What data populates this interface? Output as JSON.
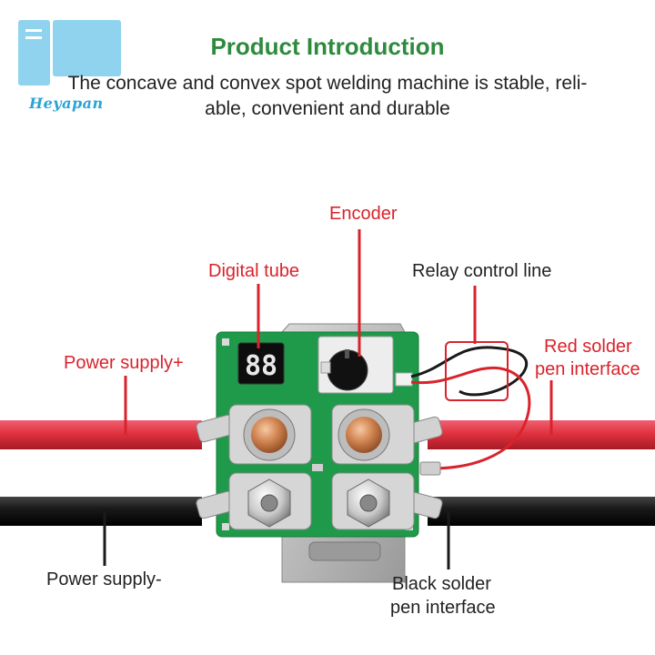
{
  "brand": {
    "name": "Heyapan"
  },
  "header": {
    "title": "Product Introduction",
    "subtitle_line1": "The concave and convex spot welding machine is stable, reli-",
    "subtitle_line2": "able, convenient and durable"
  },
  "labels": {
    "encoder": "Encoder",
    "digital_tube": "Digital tube",
    "relay_control_line": "Relay control line",
    "power_supply_plus": "Power supply+",
    "red_solder_line1": "Red solder",
    "red_solder_line2": "pen interface",
    "power_supply_minus": "Power supply-",
    "black_solder_line1": "Black solder",
    "black_solder_line2": "pen interface"
  },
  "display": {
    "digits": "88"
  },
  "colors": {
    "title_green": "#2e8b3e",
    "label_red": "#d9232c",
    "pcb_green": "#1f9a4a",
    "cable_red": "#e0323f",
    "cable_black": "#1a1a1a",
    "logo_blue": "#8fd3ef"
  }
}
